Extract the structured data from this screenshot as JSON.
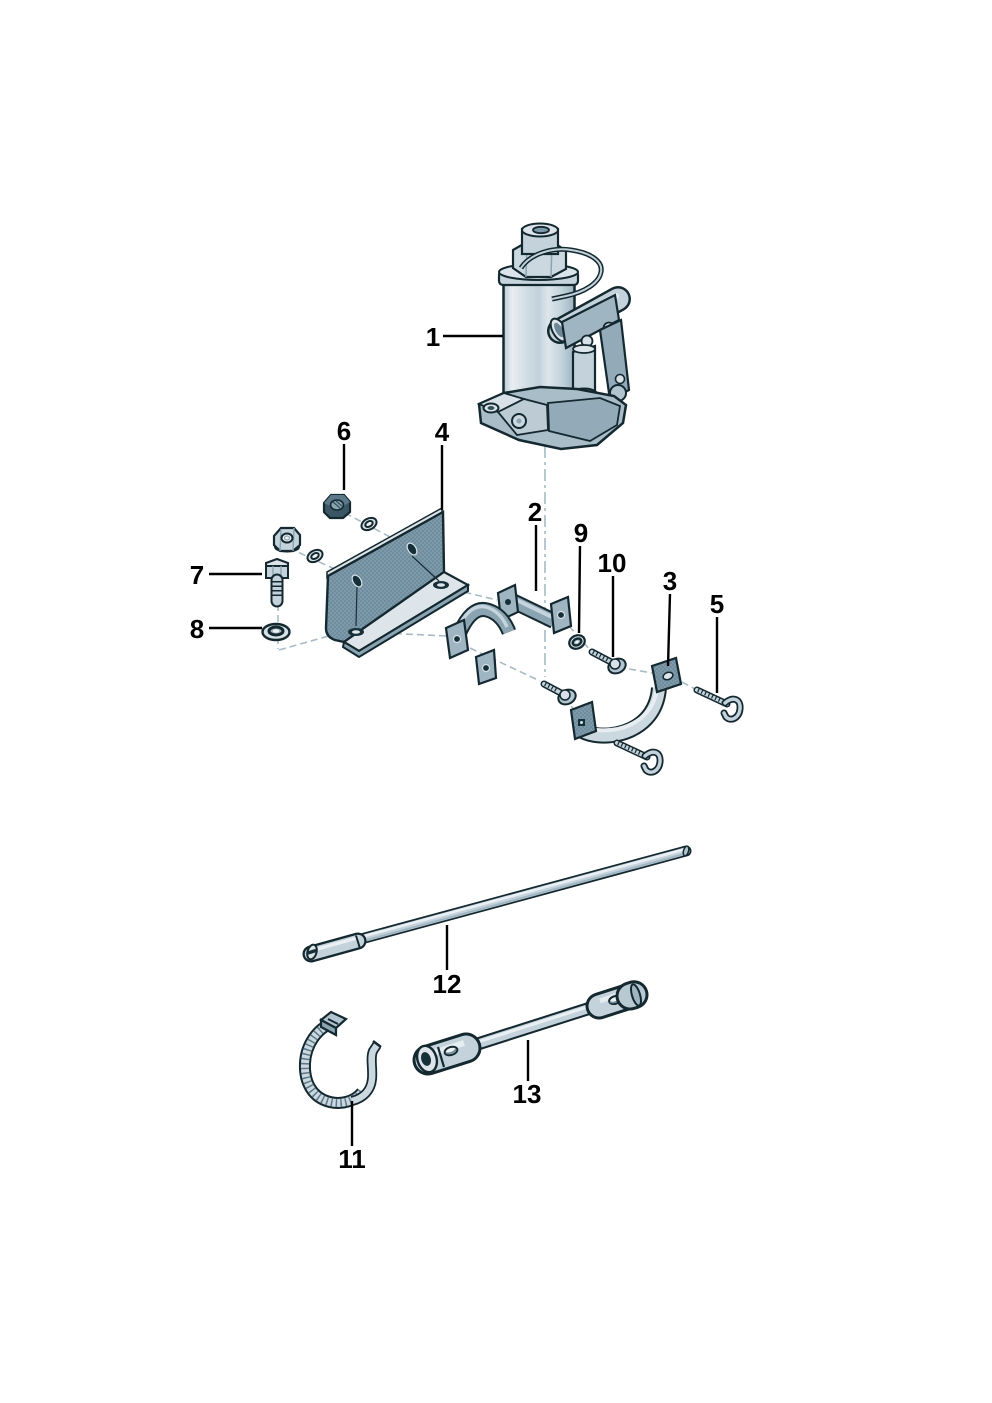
{
  "diagram": {
    "background": "#ffffff",
    "colors": {
      "outline": "#142830",
      "fill_light": "#d7e1e7",
      "fill_lighter": "#e9eff3",
      "fill_mid": "#b2c4cf",
      "fill_mid_dark": "#8ba4b2",
      "fill_stipple_face": "#7e99a9",
      "hole_dark": "#16303a",
      "dashed_line": "#a7bbc5",
      "callout_text": "#000000"
    },
    "callouts": [
      {
        "label": "1"
      },
      {
        "label": "2"
      },
      {
        "label": "3"
      },
      {
        "label": "4"
      },
      {
        "label": "5"
      },
      {
        "label": "6"
      },
      {
        "label": "7"
      },
      {
        "label": "8"
      },
      {
        "label": "9"
      },
      {
        "label": "10"
      },
      {
        "label": "11"
      },
      {
        "label": "12"
      },
      {
        "label": "13"
      }
    ]
  }
}
